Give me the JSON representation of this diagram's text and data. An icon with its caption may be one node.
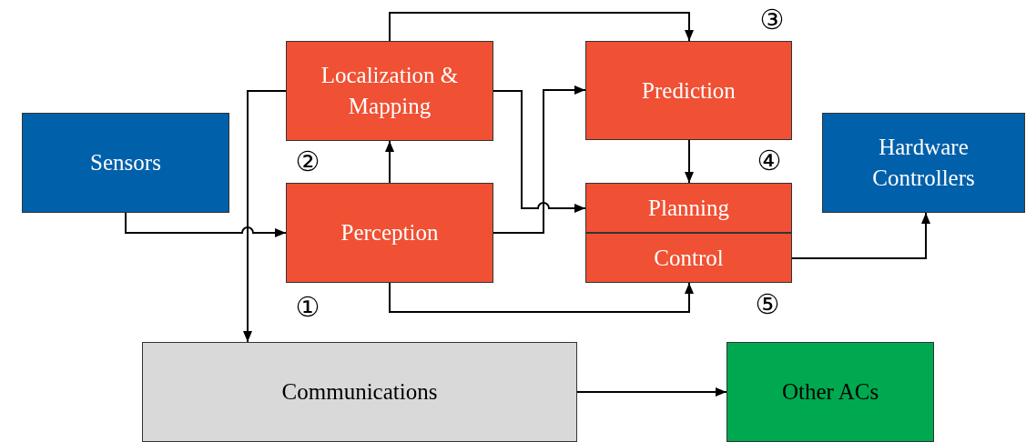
{
  "diagram": {
    "nodes": [
      {
        "text": [
          "Sensors"
        ]
      },
      {
        "text": [
          "Localization & Mapping"
        ]
      },
      {
        "text": [
          "Perception"
        ]
      },
      {
        "text": [
          "Prediction"
        ]
      },
      {
        "text": [
          "Planning"
        ]
      },
      {
        "text": [
          "Control"
        ]
      },
      {
        "text": [
          "Hardware Controllers"
        ]
      },
      {
        "text": [
          "Communications"
        ]
      },
      {
        "text": [
          "Other ACs"
        ]
      }
    ],
    "edges": [
      {
        "from": 0,
        "to": 2,
        "arrow": "to"
      },
      {
        "from": 2,
        "to": 1,
        "arrow": "to"
      },
      {
        "from": 1,
        "to": 3,
        "arrow": "to"
      },
      {
        "from": 1,
        "to": 4,
        "arrow": "to"
      },
      {
        "from": 2,
        "to": 3,
        "arrow": "to"
      },
      {
        "from": 3,
        "to": 4,
        "arrow": "to"
      },
      {
        "from": 2,
        "to": 5,
        "arrow": "to"
      },
      {
        "from": 5,
        "to": 6,
        "arrow": "to"
      },
      {
        "from": 1,
        "to": 7,
        "arrow": "to"
      },
      {
        "from": 7,
        "to": 8,
        "arrow": "to"
      }
    ],
    "labels": [
      "③",
      "②",
      "④",
      "①",
      "⑤"
    ]
  }
}
